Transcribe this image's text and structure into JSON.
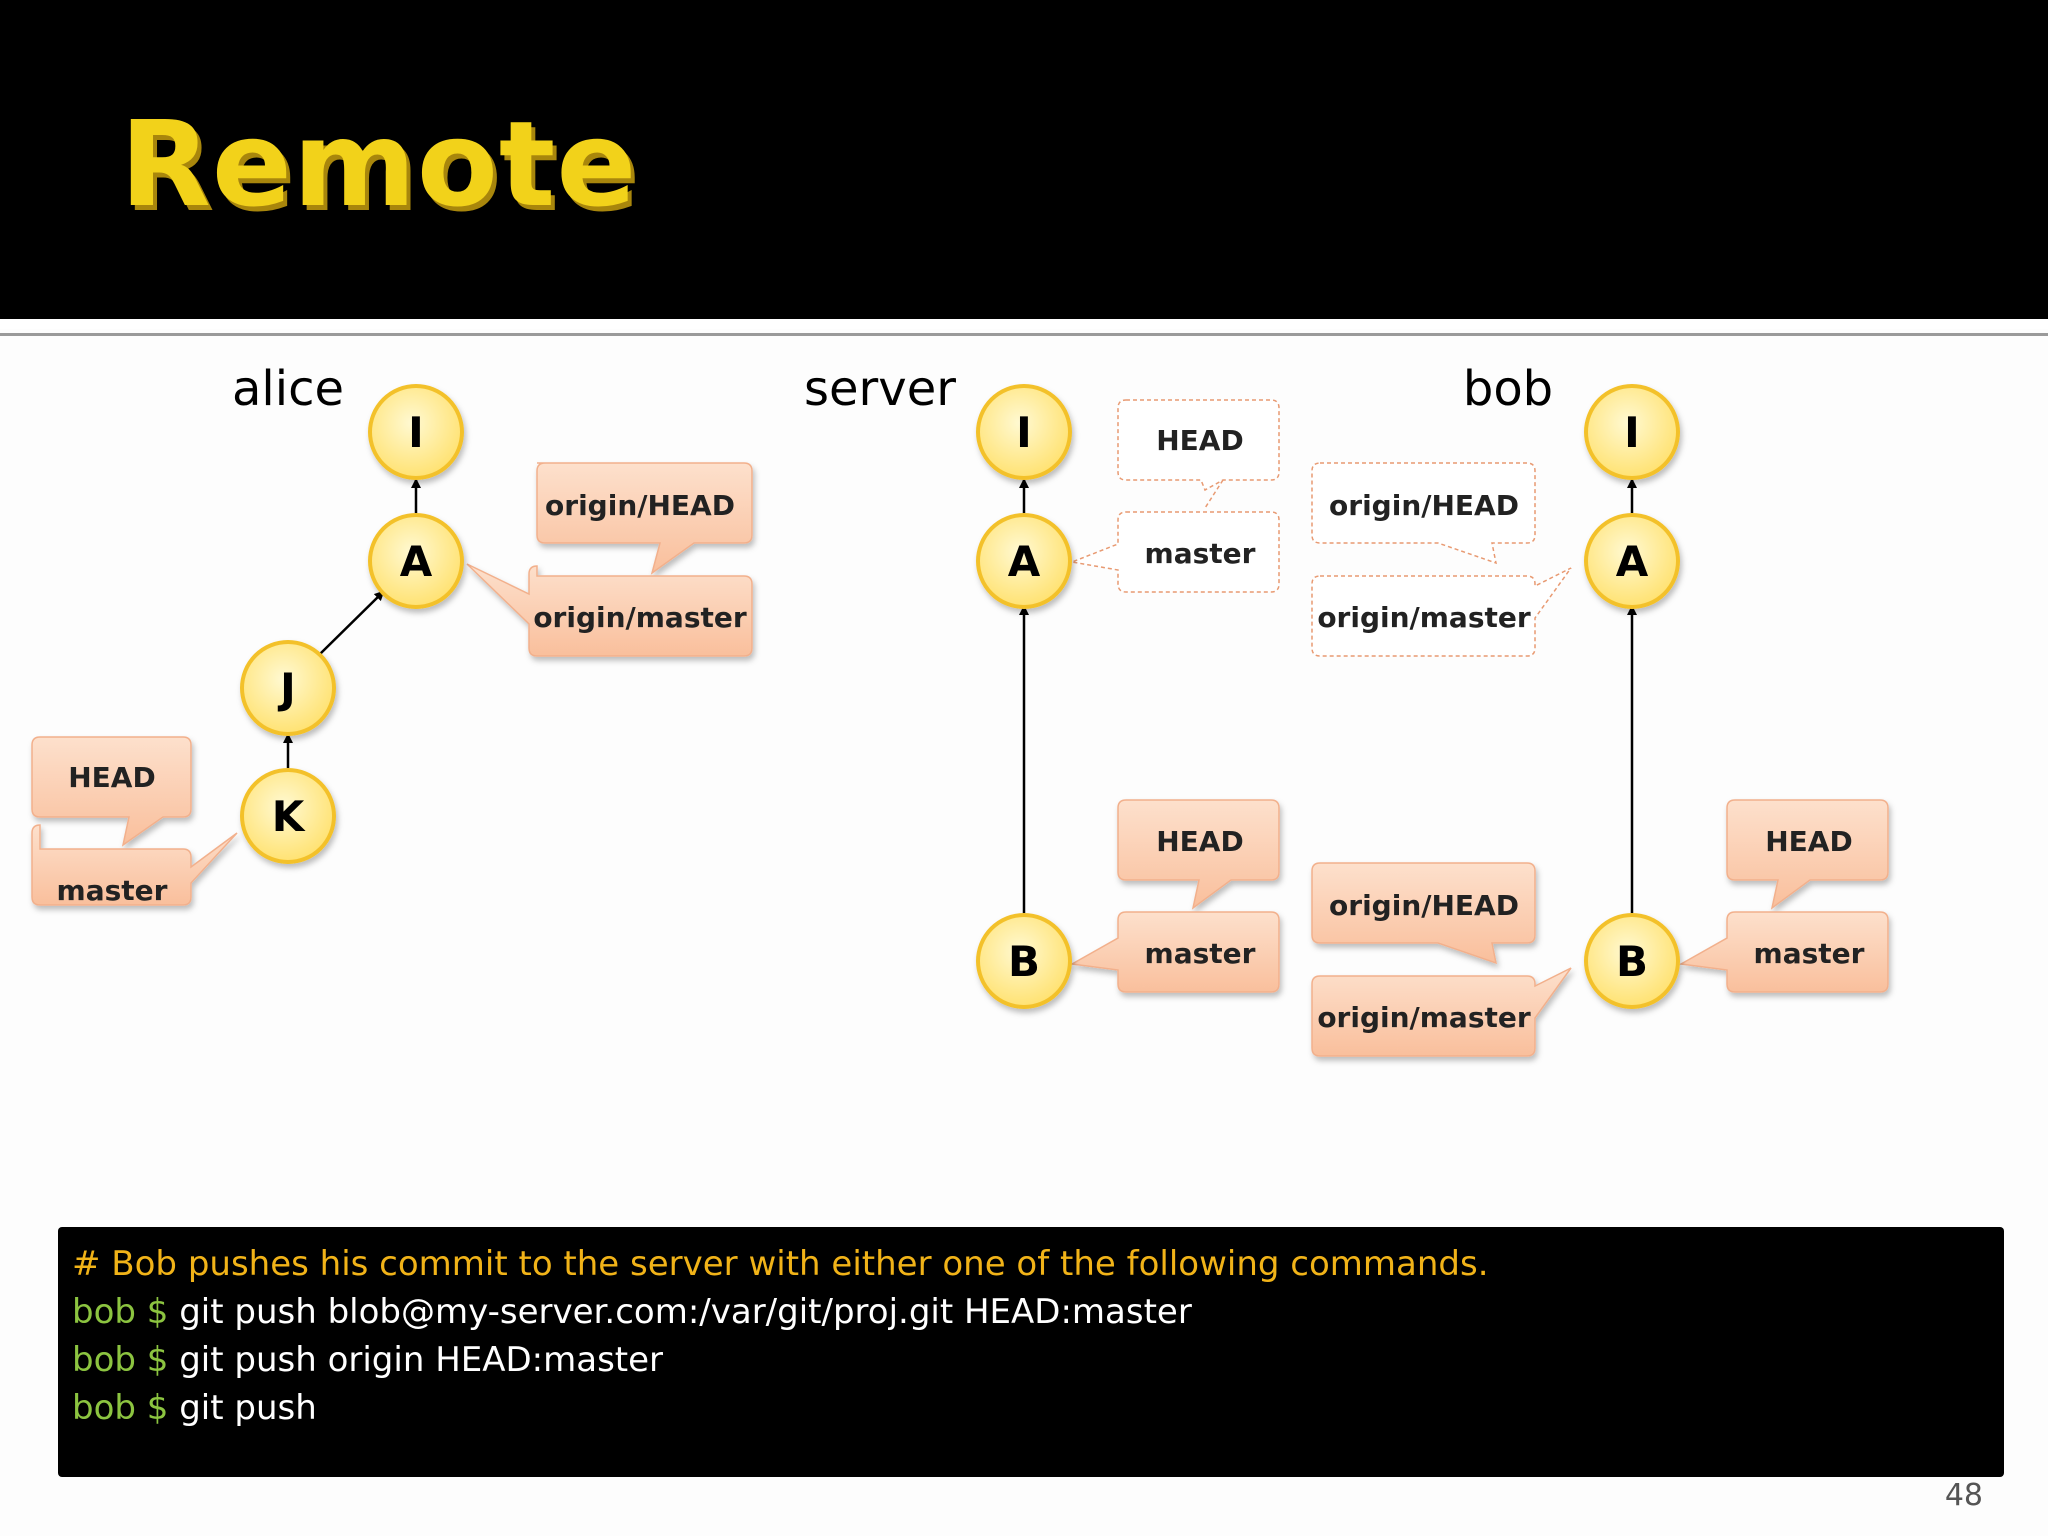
{
  "title": "Remote",
  "sections": {
    "alice": "alice",
    "server": "server",
    "bob": "bob"
  },
  "commits": {
    "alice": {
      "I": "I",
      "A": "A",
      "J": "J",
      "K": "K"
    },
    "server": {
      "I": "I",
      "A": "A",
      "B": "B"
    },
    "bob": {
      "I": "I",
      "A": "A",
      "B": "B"
    }
  },
  "labels": {
    "alice": {
      "origin_head": "origin/HEAD",
      "origin_master": "origin/master",
      "head": "HEAD",
      "master": "master"
    },
    "server_old": {
      "head": "HEAD",
      "master": "master"
    },
    "server_new": {
      "head": "HEAD",
      "master": "master"
    },
    "bob_old": {
      "origin_head": "origin/HEAD",
      "origin_master": "origin/master"
    },
    "bob_new": {
      "origin_head": "origin/HEAD",
      "origin_master": "origin/master",
      "head": "HEAD",
      "master": "master"
    }
  },
  "terminal": {
    "comment": "# Bob pushes his commit to the server with either one of the following commands.",
    "lines": [
      {
        "prompt": "bob $",
        "command": " git push blob@my-server.com:/var/git/proj.git HEAD:master"
      },
      {
        "prompt": "bob $",
        "command": " git push origin HEAD:master"
      },
      {
        "prompt": "bob $",
        "command": " git push"
      }
    ]
  },
  "page_number": "48",
  "colors": {
    "title": "#f2d21a",
    "comment": "#f1b318",
    "prompt": "#8cc440",
    "node_fill": "#ffe680",
    "node_stroke": "#f3c12b",
    "label_fill": "#fbc9a8"
  }
}
